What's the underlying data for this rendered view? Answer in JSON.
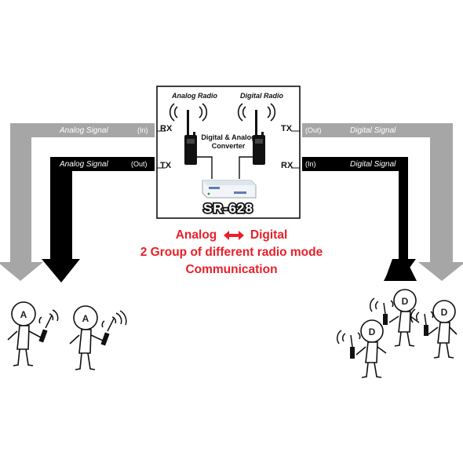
{
  "device": {
    "model": "SR-628",
    "converter_line1": "Digital & Analog",
    "converter_line2": "Converter",
    "analog_radio_label": "Analog Radio",
    "digital_radio_label": "Digital Radio",
    "left_ports": [
      "RX",
      "TX"
    ],
    "right_ports": [
      "TX",
      "RX"
    ]
  },
  "signals": {
    "top_left": {
      "label": "Analog Signal",
      "direction": "(In)",
      "color": "#a6a6a6"
    },
    "bottom_left": {
      "label": "Analog Signal",
      "direction": "(Out)",
      "color": "#000000"
    },
    "top_right": {
      "label": "Digital Signal",
      "direction": "(Out)",
      "color": "#a6a6a6"
    },
    "bottom_right": {
      "label": "Digital Signal",
      "direction": "(In)",
      "color": "#000000"
    }
  },
  "caption": {
    "line1_left": "Analog",
    "line1_right": "Digital",
    "line2": "2 Group of different radio mode",
    "line3": "Communication",
    "color": "#e8202a"
  },
  "groups": {
    "analog_badge": "A",
    "digital_badge": "D"
  }
}
